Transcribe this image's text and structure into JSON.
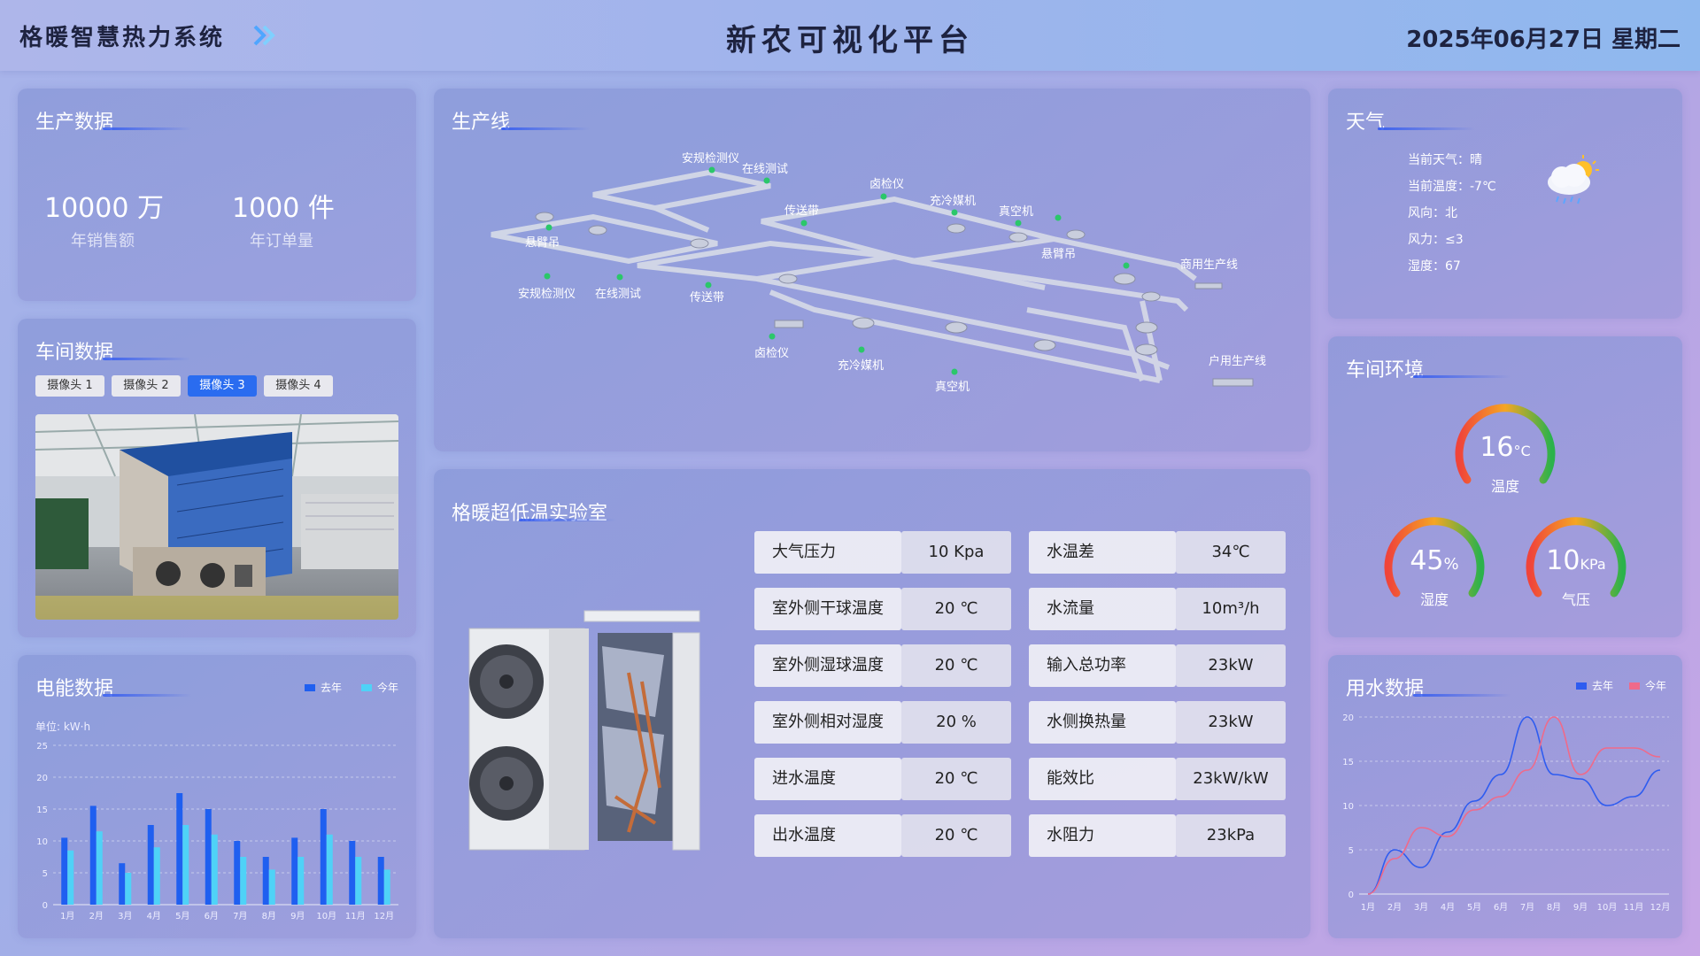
{
  "header": {
    "system_title": "格暖智慧热力系统",
    "main_title": "新农可视化平台",
    "date": "2025年06月27日  星期二"
  },
  "production": {
    "title": "生产数据",
    "kpis": [
      {
        "value": "10000 万",
        "label": "年销售额"
      },
      {
        "value": "1000 件",
        "label": "年订单量"
      }
    ]
  },
  "workshop": {
    "title": "车间数据",
    "tabs": [
      "摄像头 1",
      "摄像头 2",
      "摄像头 3",
      "摄像头 4"
    ],
    "active_tab": 2
  },
  "energy": {
    "title": "电能数据",
    "unit": "单位: kW·h",
    "legend": [
      "去年",
      "今年"
    ],
    "colors": {
      "last_year": "#1f5ff0",
      "this_year": "#4fd2f7"
    }
  },
  "line": {
    "title": "生产线",
    "labels": [
      "安规检测仪",
      "在线测试",
      "卤检仪",
      "传送带",
      "充冷媒机",
      "真空机",
      "悬臂吊",
      "悬臂吊",
      "安规检测仪",
      "在线测试",
      "传送带",
      "商用生产线",
      "卤检仪",
      "充冷媒机",
      "真空机",
      "户用生产线"
    ]
  },
  "lab": {
    "title": "格暖超低温实验室",
    "rows_left": [
      {
        "k": "大气压力",
        "v": "10 Kpa"
      },
      {
        "k": "室外侧干球温度",
        "v": "20 ℃"
      },
      {
        "k": "室外侧湿球温度",
        "v": "20 ℃"
      },
      {
        "k": "室外侧相对湿度",
        "v": "20 %"
      },
      {
        "k": "进水温度",
        "v": "20 ℃"
      },
      {
        "k": "出水温度",
        "v": "20 ℃"
      }
    ],
    "rows_right": [
      {
        "k": "水温差",
        "v": "34℃"
      },
      {
        "k": "水流量",
        "v": "10m³/h"
      },
      {
        "k": "输入总功率",
        "v": "23kW"
      },
      {
        "k": "水侧换热量",
        "v": "23kW"
      },
      {
        "k": "能效比",
        "v": "23kW/kW"
      },
      {
        "k": "水阻力",
        "v": "23kPa"
      }
    ]
  },
  "weather": {
    "title": "天气",
    "lines": [
      "当前天气：晴",
      "当前温度：-7℃",
      "风向：北",
      "风力：≤3",
      "湿度：67"
    ],
    "icon": "cloud-rain-sun-icon"
  },
  "env": {
    "title": "车间环境",
    "gauges": [
      {
        "value": "16",
        "unit": "°C",
        "label": "温度"
      },
      {
        "value": "45",
        "unit": "%",
        "label": "湿度"
      },
      {
        "value": "10",
        "unit": "KPa",
        "label": "气压"
      }
    ]
  },
  "water": {
    "title": "用水数据",
    "legend": [
      "去年",
      "今年"
    ],
    "colors": {
      "last_year": "#2e5cf0",
      "this_year": "#ef6a8a"
    }
  },
  "chart_data": [
    {
      "type": "bar",
      "title": "电能数据",
      "ylabel": "单位: kW·h",
      "categories": [
        "1月",
        "2月",
        "3月",
        "4月",
        "5月",
        "6月",
        "7月",
        "8月",
        "9月",
        "10月",
        "11月",
        "12月"
      ],
      "series": [
        {
          "name": "去年",
          "values": [
            10.5,
            15.5,
            6.5,
            12.5,
            17.5,
            15,
            10,
            7.5,
            10.5,
            15,
            10,
            7.5
          ]
        },
        {
          "name": "今年",
          "values": [
            8.5,
            11.5,
            5,
            9,
            12.5,
            11,
            7.5,
            5.5,
            7.5,
            11,
            7.5,
            5.5
          ]
        }
      ],
      "ylim": [
        0,
        25
      ],
      "yticks": [
        0,
        5,
        10,
        15,
        20,
        25
      ],
      "grid": true,
      "legend_position": "top-right"
    },
    {
      "type": "line",
      "title": "用水数据",
      "categories": [
        "1月",
        "2月",
        "3月",
        "4月",
        "5月",
        "6月",
        "7月",
        "8月",
        "9月",
        "10月",
        "11月",
        "12月"
      ],
      "series": [
        {
          "name": "去年",
          "values": [
            0,
            5,
            3,
            7,
            10.5,
            13.5,
            20,
            13.5,
            13,
            10,
            11,
            14
          ]
        },
        {
          "name": "今年",
          "values": [
            0,
            4,
            7.5,
            6.5,
            9.5,
            11,
            14,
            20,
            13.5,
            16.5,
            16.5,
            15.5
          ]
        }
      ],
      "ylim": [
        0,
        20
      ],
      "yticks": [
        0,
        5,
        10,
        15,
        20
      ],
      "grid": true,
      "legend_position": "top-right"
    }
  ]
}
